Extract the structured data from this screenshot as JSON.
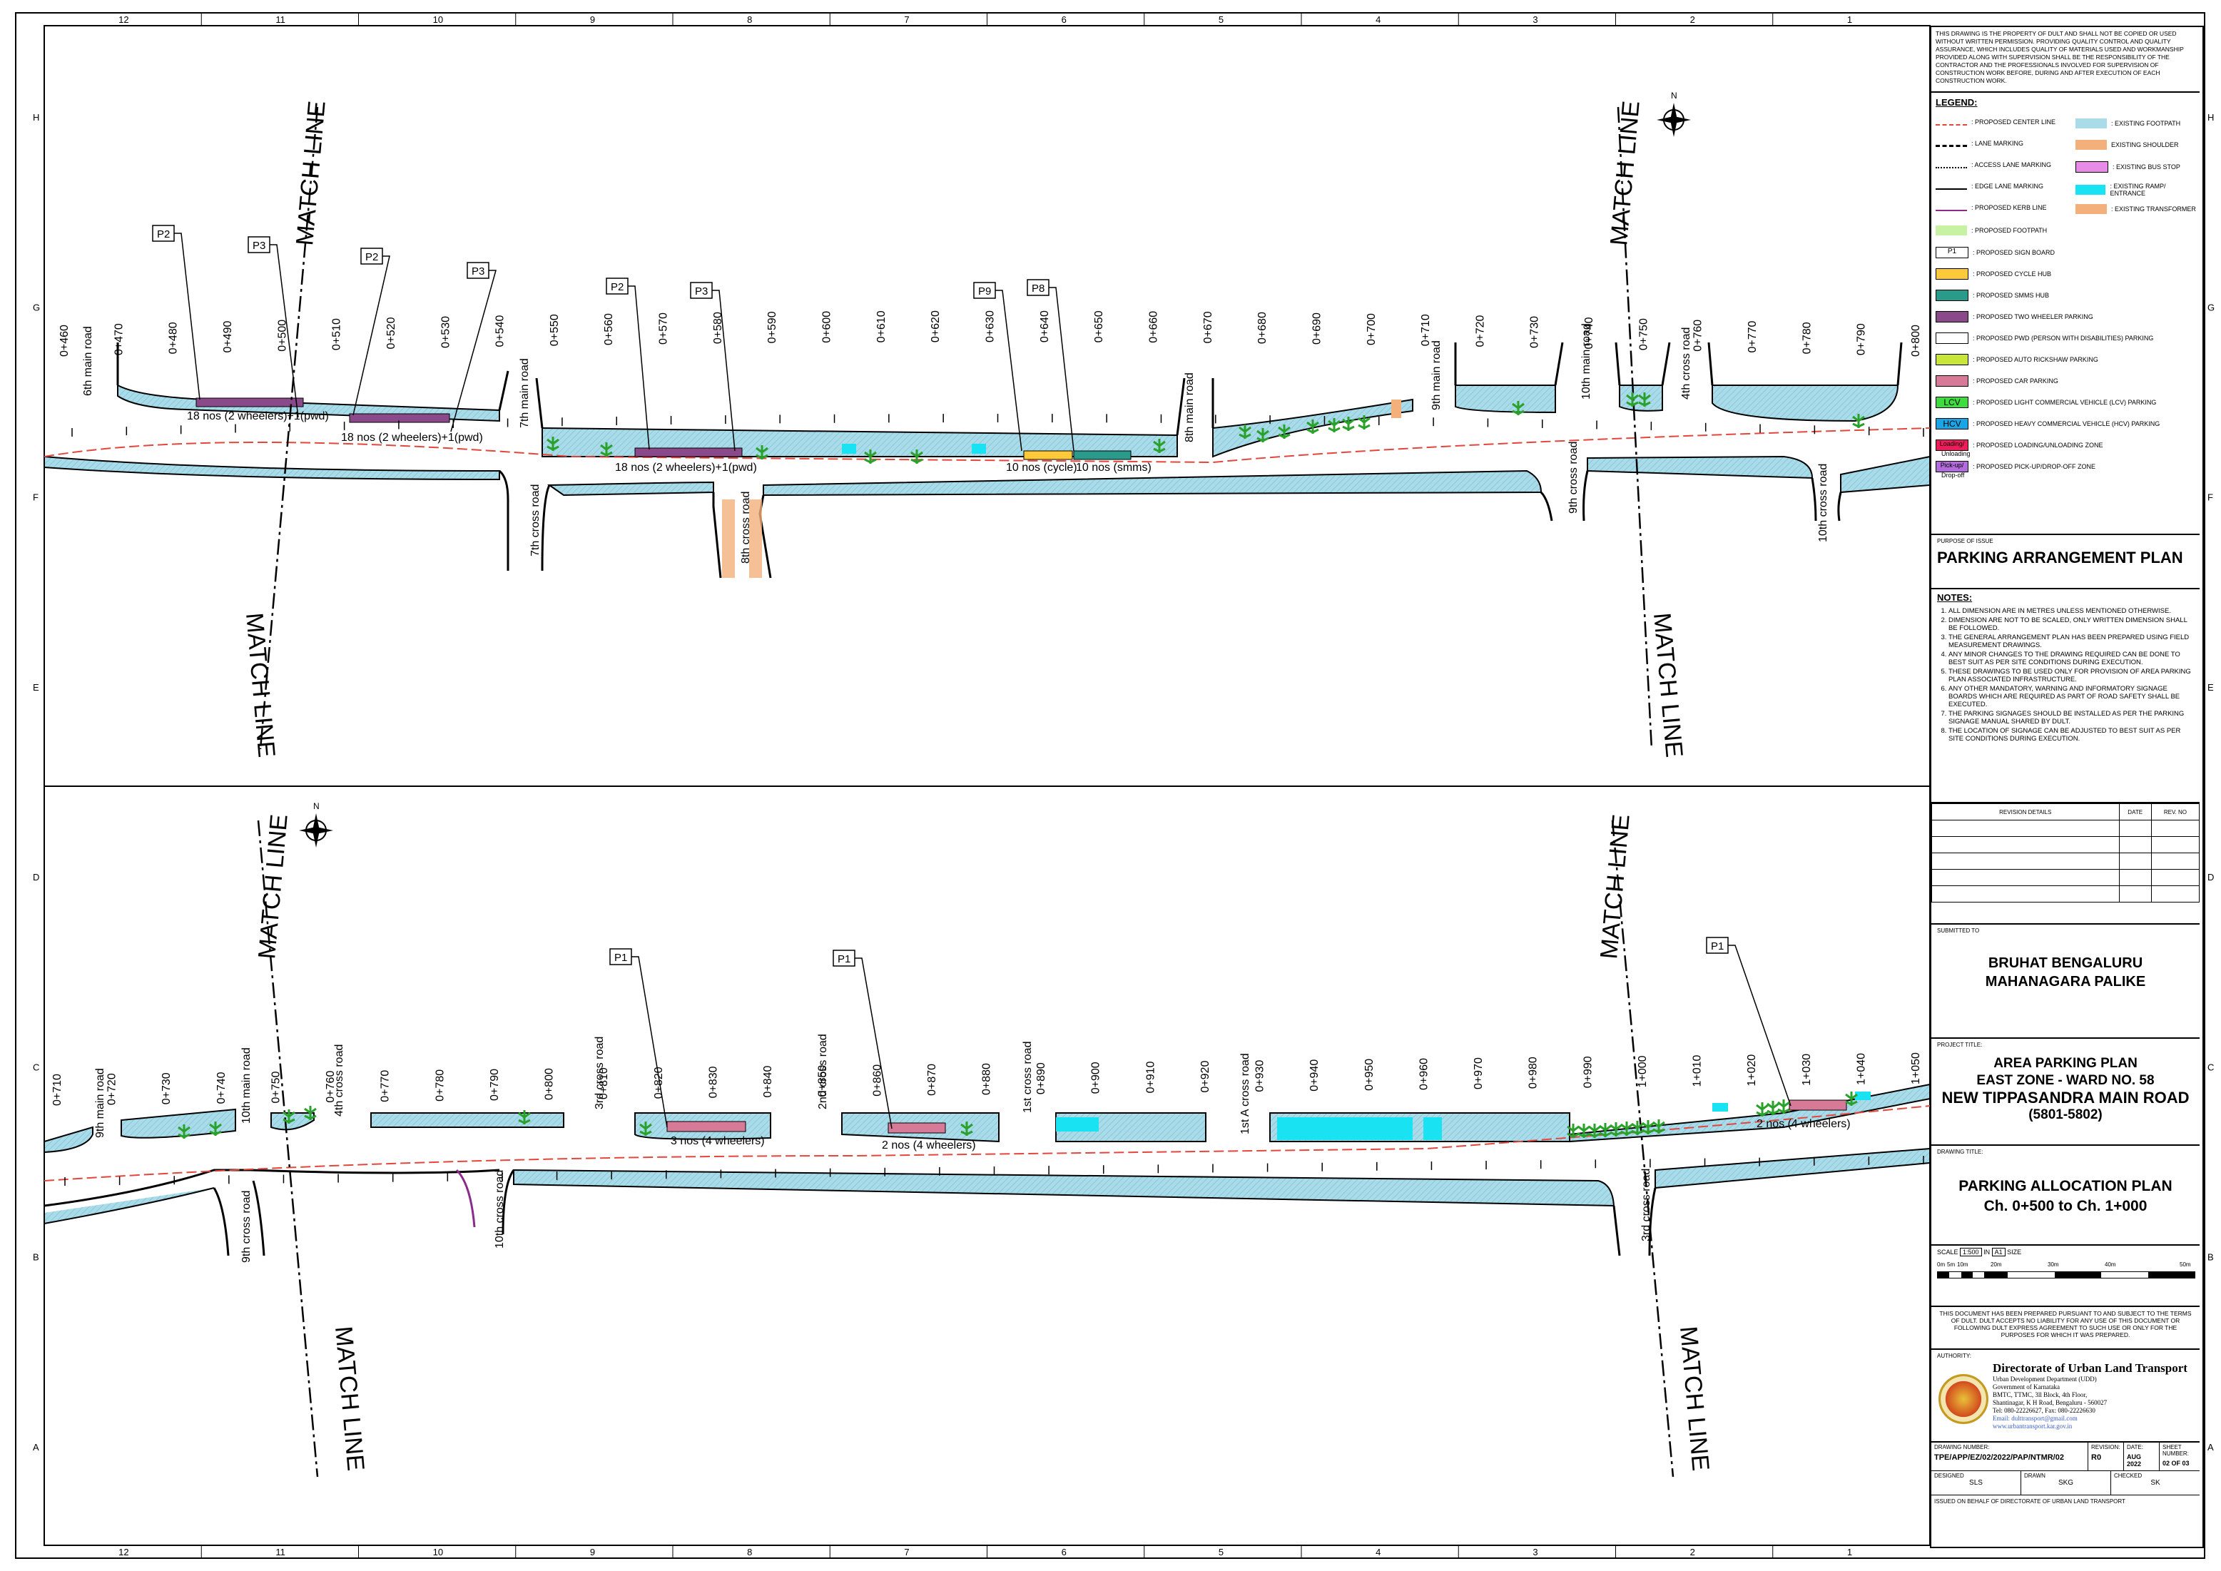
{
  "border": {
    "columns": [
      "12",
      "11",
      "10",
      "9",
      "8",
      "7",
      "6",
      "5",
      "4",
      "3",
      "2",
      "1"
    ],
    "rows": [
      "H",
      "G",
      "F",
      "E",
      "D",
      "C",
      "B",
      "A"
    ]
  },
  "plan_top": {
    "match_lines": [
      "MATCH LINE",
      "MATCH LINE",
      "MATCH LINE",
      "MATCH LINE"
    ],
    "chainages": [
      "0+460",
      "0+470",
      "0+480",
      "0+490",
      "0+500",
      "0+510",
      "0+520",
      "0+530",
      "0+540",
      "0+550",
      "0+560",
      "0+570",
      "0+580",
      "0+590",
      "0+600",
      "0+610",
      "0+620",
      "0+630",
      "0+640",
      "0+650",
      "0+660",
      "0+670",
      "0+680",
      "0+690",
      "0+700",
      "0+710",
      "0+720",
      "0+730",
      "0+740",
      "0+750",
      "0+760",
      "0+770",
      "0+780",
      "0+790",
      "0+800"
    ],
    "roads": [
      "6th main road",
      "7th main road",
      "7th cross road",
      "8th cross road",
      "8th main road",
      "9th main road",
      "10th main road",
      "4th cross road",
      "9th cross road",
      "10th cross road"
    ],
    "signs": [
      "P2",
      "P3",
      "P2",
      "P3",
      "P2",
      "P3",
      "P9",
      "P8"
    ],
    "parking_labels": [
      "18 nos (2 wheelers)+1(pwd)",
      "18 nos (2 wheelers)+1(pwd)",
      "18 nos (2 wheelers)+1(pwd)",
      "10 nos (cycle)",
      "10 nos (smms)"
    ]
  },
  "plan_bottom": {
    "match_lines": [
      "MATCH LINE",
      "MATCH LINE",
      "MATCH LINE",
      "MATCH LINE"
    ],
    "chainages": [
      "0+710",
      "0+720",
      "0+730",
      "0+740",
      "0+750",
      "0+760",
      "0+770",
      "0+780",
      "0+790",
      "0+800",
      "0+810",
      "0+820",
      "0+830",
      "0+840",
      "0+850",
      "0+860",
      "0+870",
      "0+880",
      "0+890",
      "0+900",
      "0+910",
      "0+920",
      "0+930",
      "0+940",
      "0+950",
      "0+960",
      "0+970",
      "0+980",
      "0+990",
      "1+000",
      "1+010",
      "1+020",
      "1+030",
      "1+040",
      "1+050"
    ],
    "roads": [
      "9th main road",
      "10th main road",
      "4th cross road",
      "3rd cross road",
      "2nd cross road",
      "1st cross road",
      "1st A cross road",
      "9th cross road",
      "10th cross road",
      "3rd cross road"
    ],
    "signs": [
      "P1",
      "P1",
      "P1"
    ],
    "parking_labels": [
      "3 nos (4 wheelers)",
      "2 nos (4 wheelers)",
      "2 nos (4 wheelers)"
    ]
  },
  "north": "N",
  "title_block": {
    "disclaimer": "THIS DRAWING IS THE PROPERTY OF DULT AND SHALL NOT BE COPIED OR USED WITHOUT WRITTEN PERMISSION. PROVIDING QUALITY CONTROL AND QUALITY ASSURANCE, WHICH INCLUDES QUALITY OF MATERIALS USED AND WORKMANSHIP PROVIDED ALONG WITH SUPERVISION SHALL BE THE RESPONSIBILITY OF THE CONTRACTOR AND THE PROFESSIONALS INVOLVED FOR SUPERVISION OF CONSTRUCTION WORK BEFORE, DURING AND AFTER EXECUTION OF EACH CONSTRUCTION WORK.",
    "legend_title": "LEGEND:",
    "legend_left": [
      {
        "sym": "red-center",
        "label": ": PROPOSED CENTER LINE"
      },
      {
        "sym": "dash",
        "label": ": LANE MARKING"
      },
      {
        "sym": "dotted",
        "label": ": ACCESS LANE MARKING"
      },
      {
        "sym": "edge",
        "label": ": EDGE LANE MARKING"
      },
      {
        "sym": "kerb",
        "label": ": PROPOSED KERB LINE"
      },
      {
        "sym": "footpath",
        "label": ": PROPOSED FOOTPATH"
      },
      {
        "sym": "p1",
        "label": ": PROPOSED SIGN BOARD"
      },
      {
        "sym": "cycle",
        "label": ": PROPOSED CYCLE HUB"
      },
      {
        "sym": "smms",
        "label": ": PROPOSED SMMS HUB"
      },
      {
        "sym": "twowheeler",
        "label": ": PROPOSED TWO WHEELER PARKING"
      },
      {
        "sym": "pwd",
        "label": ": PROPOSED PWD (PERSON WITH DISABILITIES) PARKING"
      },
      {
        "sym": "auto",
        "label": ": PROPOSED AUTO RICKSHAW PARKING"
      },
      {
        "sym": "car",
        "label": ": PROPOSED CAR PARKING"
      },
      {
        "sym": "lcv",
        "label": ": PROPOSED LIGHT COMMERCIAL VEHICLE (LCV) PARKING"
      },
      {
        "sym": "hcv",
        "label": ": PROPOSED HEAVY COMMERCIAL VEHICLE (HCV) PARKING"
      },
      {
        "sym": "loading",
        "label": ": PROPOSED LOADING/UNLOADING ZONE"
      },
      {
        "sym": "pickup",
        "label": ": PROPOSED PICK-UP/DROP-OFF ZONE"
      }
    ],
    "legend_right": [
      {
        "sym": "ex-footpath",
        "label": ": EXISTING FOOTPATH"
      },
      {
        "sym": "shoulder",
        "label": "EXISTING SHOULDER"
      },
      {
        "sym": "busstop",
        "label": ": EXISTING BUS STOP"
      },
      {
        "sym": "ramp",
        "label": ": EXISTING RAMP/ ENTRANCE"
      },
      {
        "sym": "transformer",
        "label": ": EXISTING TRANSFORMER"
      }
    ],
    "legend_box_text": {
      "p1": "P1",
      "lcv": "LCV",
      "hcv": "HCV",
      "loading1": "Loading/",
      "loading2": "Unloading",
      "pickup1": "Pick-up/",
      "pickup2": "Drop-off"
    },
    "purpose_label": "PURPOSE OF ISSUE",
    "purpose": "PARKING ARRANGEMENT PLAN",
    "notes_title": "NOTES:",
    "notes": [
      "ALL DIMENSION ARE IN METRES UNLESS MENTIONED OTHERWISE.",
      "DIMENSION ARE NOT TO BE SCALED, ONLY WRITTEN DIMENSION SHALL BE FOLLOWED.",
      "THE GENERAL ARRANGEMENT PLAN HAS BEEN PREPARED USING FIELD MEASUREMENT DRAWINGS.",
      "ANY MINOR CHANGES TO THE DRAWING REQUIRED CAN BE DONE TO BEST SUIT AS PER SITE CONDITIONS DURING EXECUTION.",
      "THESE DRAWINGS TO BE USED ONLY FOR PROVISION OF AREA PARKING PLAN ASSOCIATED INFRASTRUCTURE.",
      "ANY OTHER MANDATORY, WARNING AND INFORMATORY SIGNAGE BOARDS WHICH ARE REQUIRED AS PART OF ROAD SAFETY SHALL BE EXECUTED.",
      "THE PARKING SIGNAGES SHOULD BE INSTALLED AS PER THE PARKING SIGNAGE MANUAL SHARED BY DULT.",
      "THE LOCATION OF SIGNAGE CAN BE ADJUSTED TO BEST SUIT AS PER SITE CONDITIONS DURING EXECUTION."
    ],
    "revision_headers": [
      "REVISION DETAILS",
      "DATE",
      "REV. NO"
    ],
    "submitted_label": "SUBMITTED TO",
    "submitted_1": "BRUHAT BENGALURU",
    "submitted_2": "MAHANAGARA PALIKE",
    "project_label": "PROJECT TITLE:",
    "project_1": "AREA PARKING PLAN",
    "project_2": "EAST ZONE - WARD NO. 58",
    "project_3": "NEW TIPPASANDRA MAIN ROAD",
    "project_4": "(5801-5802)",
    "drawing_label": "DRAWING TITLE:",
    "drawing_1": "PARKING ALLOCATION PLAN",
    "drawing_2": "Ch. 0+500 to Ch. 1+000",
    "scale_label": "SCALE",
    "scale_value": "1:500",
    "scale_in": "IN",
    "scale_size": "A1",
    "scale_size_lbl": "SIZE",
    "scale_ticks": [
      "0m",
      "5m",
      "10m",
      "20m",
      "30m",
      "40m",
      "50m"
    ],
    "document_note": "THIS DOCUMENT HAS BEEN PREPARED PURSUANT TO AND SUBJECT TO THE TERMS OF DULT. DULT ACCEPTS NO LIABILITY FOR ANY USE OF THIS DOCUMENT OR FOLLOWING DULT EXPRESS AGREEMENT TO SUCH USE OR ONLY FOR THE PURPOSES FOR WHICH IT WAS PREPARED.",
    "authority_label": "AUTHORITY:",
    "authority_name": "Directorate of Urban Land Transport",
    "authority_lines": [
      "Urban Development Department (UDD)",
      "Government of Karnataka",
      "BMTC, TTMC, 3ll Block, 4th Floor,",
      "Shantinagar, K H Road, Bengaluru - 560027",
      "Tel: 080-22226627, Fax: 080-22226630",
      "Email: dulttransport@gmail.com",
      "www.urbantransport.kar.gov.in"
    ],
    "drawing_number_label": "DRAWING NUMBER:",
    "drawing_number": "TPE/APP/EZ/02/2022/PAP/NTMR/02",
    "revision_label": "REVISION:",
    "revision": "R0",
    "date_label": "DATE:",
    "date": "AUG 2022",
    "sheet_label": "SHEET NUMBER:",
    "sheet": "02 OF 03",
    "designed_label": "DESIGNED",
    "designed": "SLS",
    "drawn_label": "DRAWN",
    "drawn": "SKG",
    "checked_label": "CHECKED",
    "checked": "SK",
    "issued": "ISSUED ON BEHALF OF DIRECTORATE OF URBAN LAND TRANSPORT"
  },
  "colors": {
    "footpath": "#a9dbe8",
    "centerline": "#e2463c",
    "kerb": "#8a2a8a",
    "tree": "#2aa12a",
    "cyan_ramp": "#19e3f2",
    "shoulder": "#f3b07a",
    "car": "#d77a98",
    "hcv": "#1aa6e6",
    "lcv": "#3fdc3f",
    "loading": "#ef1b5a",
    "pickup": "#b26bdb",
    "footpath_new": "#c7f2a4"
  }
}
